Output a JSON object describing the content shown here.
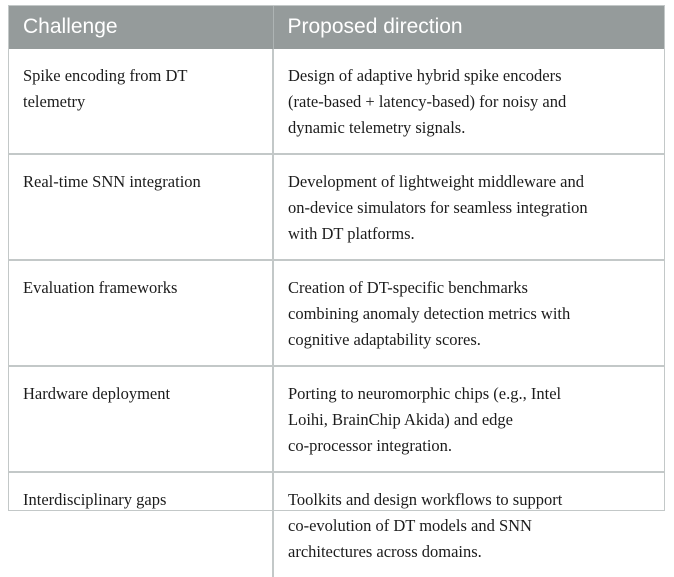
{
  "table": {
    "headers": {
      "challenge": "Challenge",
      "direction": "Proposed direction"
    },
    "colors": {
      "header_background": "#959b9b",
      "header_text": "#ffffff",
      "border": "#c3c8c8",
      "body_text": "#1c1c1c",
      "cell_background": "#ffffff"
    },
    "rows": [
      {
        "challenge_lines": [
          "Spike encoding from DT",
          "telemetry"
        ],
        "challenge": "Spike encoding from DT telemetry",
        "direction_lines": [
          "Design of adaptive hybrid spike encoders",
          "(rate-based + latency-based) for noisy and",
          "dynamic telemetry signals."
        ],
        "direction": "Design of adaptive hybrid spike encoders (rate-based + latency-based) for noisy and dynamic telemetry signals."
      },
      {
        "challenge_lines": [
          "Real-time SNN integration"
        ],
        "challenge": "Real-time SNN integration",
        "direction_lines": [
          "Development of lightweight middleware and",
          "on-device simulators for seamless integration",
          "with DT platforms."
        ],
        "direction": "Development of lightweight middleware and on-device simulators for seamless integration with DT platforms."
      },
      {
        "challenge_lines": [
          "Evaluation frameworks"
        ],
        "challenge": "Evaluation frameworks",
        "direction_lines": [
          "Creation of DT-specific benchmarks",
          "combining anomaly detection metrics with",
          "cognitive adaptability scores."
        ],
        "direction": "Creation of DT-specific benchmarks combining anomaly detection metrics with cognitive adaptability scores."
      },
      {
        "challenge_lines": [
          "Hardware deployment"
        ],
        "challenge": "Hardware deployment",
        "direction_lines": [
          "Porting to neuromorphic chips (e.g., Intel",
          "Loihi, BrainChip Akida) and edge",
          "co-processor integration."
        ],
        "direction": "Porting to neuromorphic chips (e.g., Intel Loihi, BrainChip Akida) and edge co-processor integration."
      },
      {
        "challenge_lines": [
          "Interdisciplinary gaps"
        ],
        "challenge": "Interdisciplinary gaps",
        "direction_lines": [
          "Toolkits and design workflows to support",
          "co-evolution of DT models and SNN",
          "architectures across domains."
        ],
        "direction": "Toolkits and design workflows to support co-evolution of DT models and SNN architectures across domains."
      }
    ]
  }
}
